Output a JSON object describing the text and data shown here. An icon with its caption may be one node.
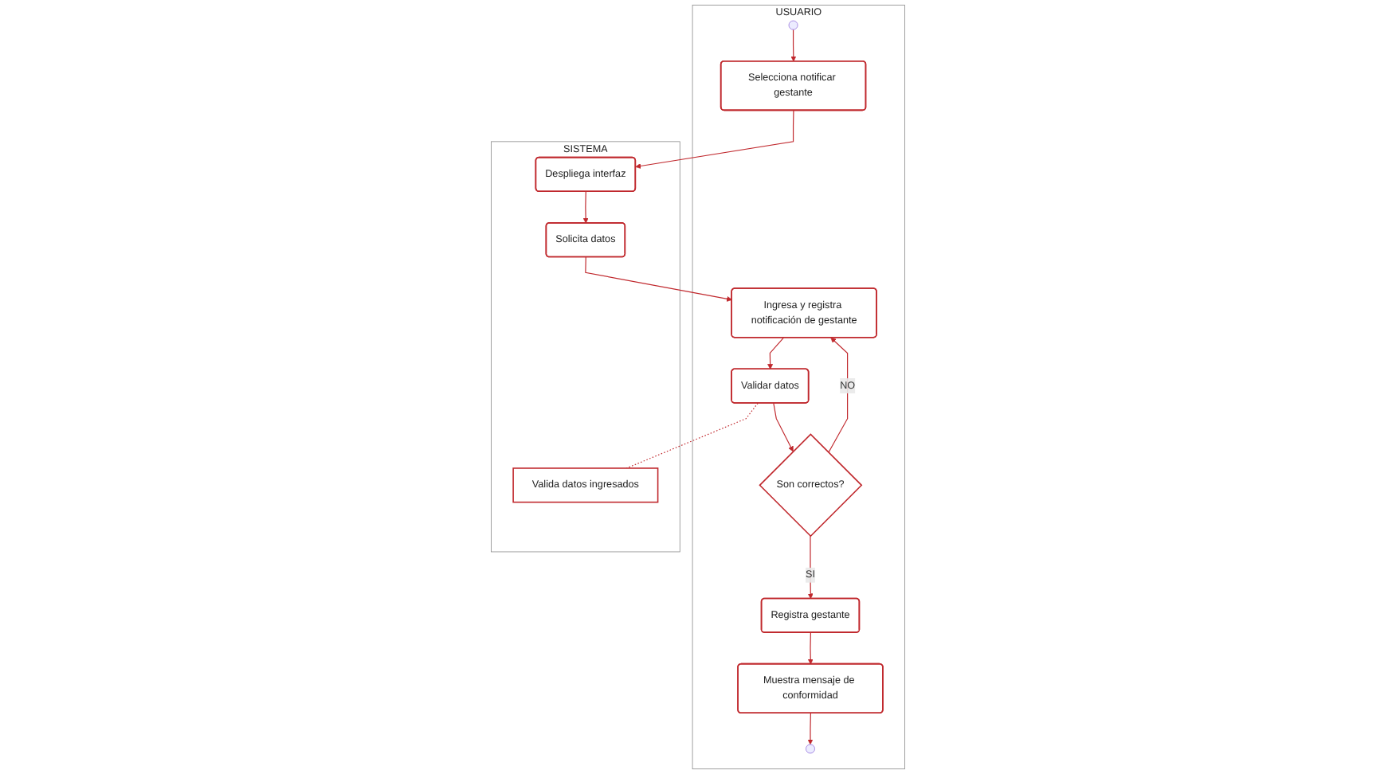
{
  "diagram": {
    "nodes": [
      {
        "text": [
          "USUARIO"
        ]
      },
      {
        "text": [
          "SISTEMA"
        ]
      },
      {
        "text": [],
        "shape": "circle",
        "in": 0
      },
      {
        "text": [
          "Selecciona notificar gestante"
        ],
        "in": 0
      },
      {
        "text": [
          "Despliega interfaz"
        ],
        "in": 1
      },
      {
        "text": [
          "Solicita datos"
        ],
        "in": 1
      },
      {
        "text": [
          "Ingresa y registra notificación de gestante"
        ],
        "in": 0
      },
      {
        "text": [
          "Validar datos"
        ],
        "in": 0
      },
      {
        "text": [
          "Valida datos ingresados"
        ],
        "in": 1
      },
      {
        "text": [
          "Son correctos?"
        ],
        "in": 0
      },
      {
        "text": [
          "Registra gestante"
        ],
        "in": 0
      },
      {
        "text": [
          "Muestra mensaje de conformidad"
        ],
        "in": 0
      },
      {
        "text": [],
        "shape": "circle",
        "in": 0
      }
    ],
    "edges": [
      {
        "from": 2,
        "to": 3,
        "arrow": "to"
      },
      {
        "from": 3,
        "to": 4,
        "arrow": "to"
      },
      {
        "from": 4,
        "to": 5,
        "arrow": "to"
      },
      {
        "from": 5,
        "to": 6,
        "arrow": "to"
      },
      {
        "from": 6,
        "to": 7,
        "arrow": "to"
      },
      {
        "from": 7,
        "to": 8,
        "arrow": "none",
        "style": "dashed"
      },
      {
        "from": 7,
        "to": 9,
        "arrow": "to"
      },
      {
        "from": 9,
        "to": 6,
        "arrow": "to",
        "label": "NO"
      },
      {
        "from": 9,
        "to": 10,
        "arrow": "to",
        "label": "SI"
      },
      {
        "from": 10,
        "to": 11,
        "arrow": "to"
      },
      {
        "from": 11,
        "to": 12,
        "arrow": "to"
      }
    ]
  }
}
